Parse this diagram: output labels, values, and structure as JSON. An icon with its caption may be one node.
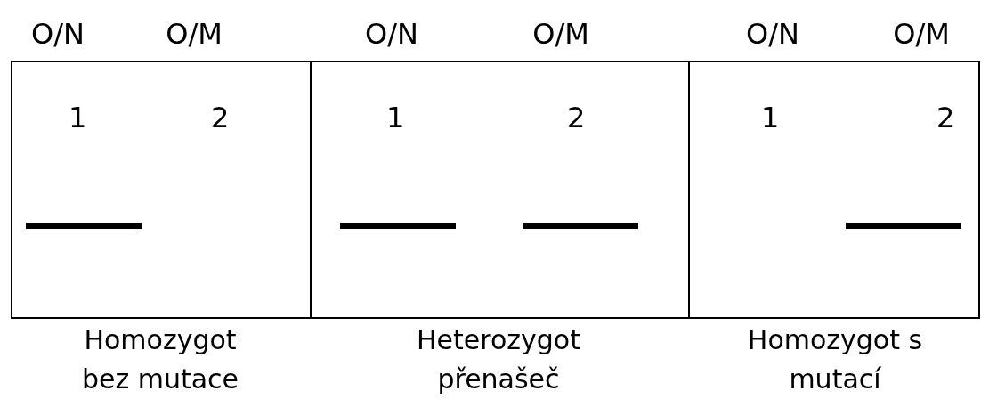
{
  "diagram": {
    "nodes": [
      {
        "text": [
          "1",
          "2"
        ],
        "beside": [
          "Homozygot bez mutace"
        ]
      },
      {
        "text": [
          "1",
          "2"
        ],
        "beside": [
          "Heterozygot přenašeč"
        ]
      },
      {
        "text": [
          "1",
          "2"
        ],
        "beside": [
          "Homozygot s mutací"
        ]
      },
      {
        "text": [],
        "shape": "bar",
        "in": 0
      },
      {
        "text": [],
        "shape": "bar",
        "in": 1
      },
      {
        "text": [],
        "shape": "bar",
        "in": 1
      },
      {
        "text": [],
        "shape": "bar",
        "in": 2
      }
    ],
    "labels": [
      "O/N",
      "O/M",
      "O/N",
      "O/M",
      "O/N",
      "O/M"
    ]
  }
}
